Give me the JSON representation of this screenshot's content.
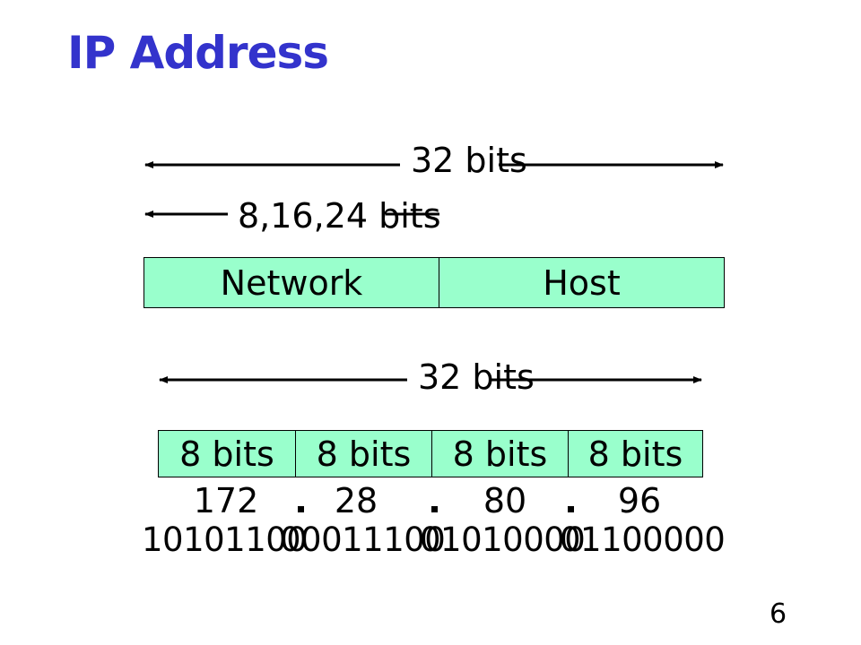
{
  "slide": {
    "title": "IP Address",
    "page_number": "6"
  },
  "top_section": {
    "total_label": "32 bits",
    "network_len_label": "8,16,24 bits",
    "network_label": "Network",
    "host_label": "Host"
  },
  "bottom_section": {
    "total_label": "32 bits",
    "octets": [
      {
        "label": "8 bits",
        "decimal": "172",
        "binary": "10101100"
      },
      {
        "label": "8 bits",
        "decimal": "28",
        "binary": "00011100"
      },
      {
        "label": "8 bits",
        "decimal": "80",
        "binary": "01010000"
      },
      {
        "label": "8 bits",
        "decimal": "96",
        "binary": "01100000"
      }
    ]
  },
  "colors": {
    "title": "#3333cc",
    "box_fill": "#99ffcc",
    "line": "#000000"
  }
}
